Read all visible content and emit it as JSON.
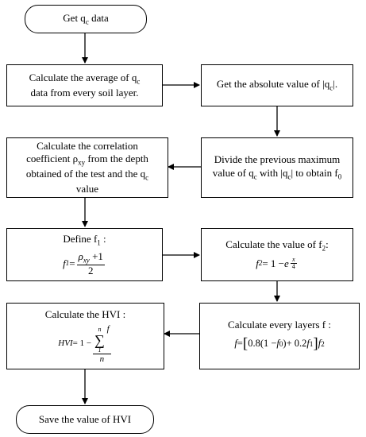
{
  "nodes": {
    "start": {
      "text": "Get q",
      "sub": "c",
      "after": " data"
    },
    "avg": {
      "line1": "Calculate the average of q",
      "line1_sub": "c",
      "line2": "data from every soil layer."
    },
    "abs": {
      "text": "Get the absolute value of |q",
      "sub": "c",
      "after": "|."
    },
    "corr": {
      "line1": "Calculate the correlation",
      "line2": "coefficient ρ",
      "line2_sub": "xy",
      "line2_after": " from the depth",
      "line3": "obtained of the test and the q",
      "line3_sub": "c",
      "line4": "value"
    },
    "divide": {
      "line1": "Divide  the previous maximum",
      "line2": "value of q",
      "line2_sub": "c",
      "line2_mid": " with |q",
      "line2_sub2": "c",
      "line2_after": "| to obtain f",
      "line2_sub3": "0"
    },
    "f1": {
      "label": "Define f",
      "label_sub": "1",
      "label_after": " :",
      "lhs": "f",
      "lhs_sub": "1",
      "eq": " = ",
      "num": "ρ",
      "num_sub": "xy",
      "num_after": " +1",
      "den": "2"
    },
    "f2": {
      "label": "Calculate the value of f",
      "label_sub": "2",
      "label_after": ":",
      "lhs": "f",
      "lhs_sub": "2",
      "eq": " = 1 − ",
      "base": "e",
      "exp_num": "x",
      "exp_den": "4"
    },
    "hvi": {
      "label": "Calculate the HVI :",
      "lhs": "HVI",
      "eq": " = 1 − ",
      "sum_top": "n",
      "sum_sym": "∑",
      "sum_bottom": "1",
      "sum_var": "f",
      "den": "n"
    },
    "layers": {
      "label": "Calculate every layers f :",
      "f": "f",
      "eq": " = ",
      "open": "[",
      "c1": "0.8",
      "p_open": "(",
      "one_minus": "1 − ",
      "f0": "f",
      "f0_sub": "0",
      "p_close": ")",
      "plus": " + 0.2",
      "f1": "f",
      "f1_sub": "1",
      "close": "]",
      "f2": "f",
      "f2_sub": "2"
    },
    "end": {
      "text": "Save the value of HVI"
    }
  }
}
